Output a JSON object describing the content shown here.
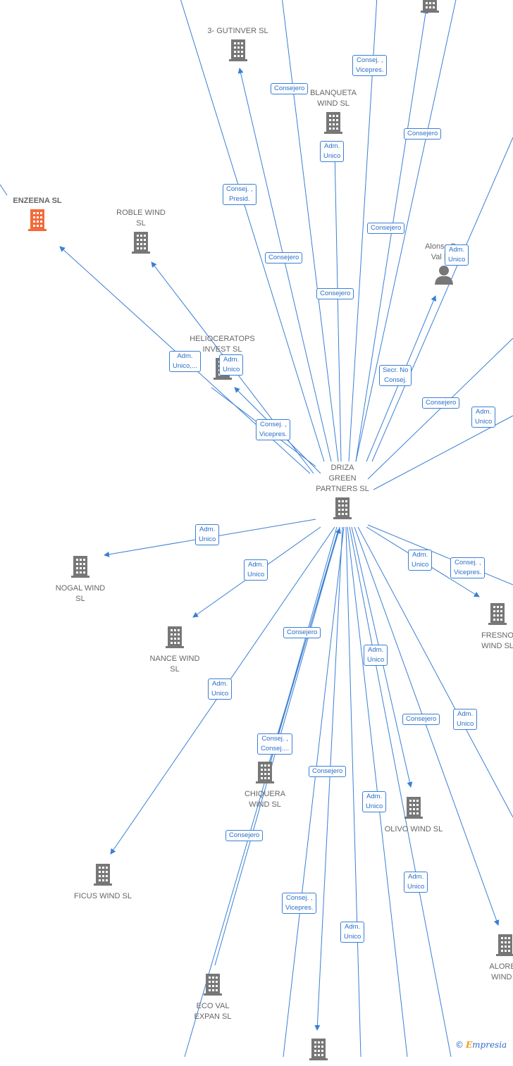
{
  "center": {
    "label": "DRIZA\nGREEN\nPARTNERS SL"
  },
  "nodes": [
    {
      "id": "gutinver",
      "label": "3- GUTINVER SL"
    },
    {
      "id": "blanqueta",
      "label": "BLANQUETA\nWIND SL"
    },
    {
      "id": "enzeena",
      "label": "ENZEENA SL"
    },
    {
      "id": "roble",
      "label": "ROBLE WIND\nSL"
    },
    {
      "id": "alonso",
      "label": "Alonso D...\nVal M..."
    },
    {
      "id": "helio",
      "label": "HELIOCERATOPS\nINVEST SL"
    },
    {
      "id": "nogal",
      "label": "NOGAL WIND\nSL"
    },
    {
      "id": "nance",
      "label": "NANCE WIND\nSL"
    },
    {
      "id": "fresno",
      "label": "FRESNO\nWIND SL"
    },
    {
      "id": "chiquera",
      "label": "CHIQUERA\nWIND SL"
    },
    {
      "id": "olivo",
      "label": "OLIVO WIND SL"
    },
    {
      "id": "ficus",
      "label": "FICUS WIND SL"
    },
    {
      "id": "aloren",
      "label": "ALOREN\nWIND S"
    },
    {
      "id": "ecoval",
      "label": "ECO VAL\nEXPAN SL"
    },
    {
      "id": "top",
      "label": ""
    },
    {
      "id": "bottom",
      "label": ""
    }
  ],
  "edge_labels": [
    "Consej. ,\nVicepres.",
    "Consejero",
    "Adm.\nUnico",
    "Consejero",
    "Consej. ,\nPresid.",
    "Consejero",
    "Consejero",
    "Adm.\nUnico",
    "Consejero",
    "Adm.\nUnico,...",
    "Adm.\nUnico",
    "Secr. No\nConsej.",
    "Consejero",
    "Adm.\nUnico",
    "Consej. ,\nVicepres.",
    "Adm.\nUnico",
    "Adm.\nUnico",
    "Adm.\nUnico",
    "Consej. ,\nVicepres.",
    "Consejero",
    "Adm.\nUnico",
    "Adm.\nUnico",
    "Consejero",
    "Adm.\nUnico",
    "Consej. ,\nConsej....",
    "Consejero",
    "Adm.\nUnico",
    "Consejero",
    "Adm.\nUnico",
    "Consej. ,\nVicepres.",
    "Adm.\nUnico"
  ],
  "colors": {
    "edge": "#3a7fd5",
    "company": "#777777",
    "highlight": "#f26b3a",
    "label_text": "#2a6ec9"
  },
  "footer": {
    "copyright": "©",
    "brand_first": "E",
    "brand_rest": "mpresia"
  }
}
